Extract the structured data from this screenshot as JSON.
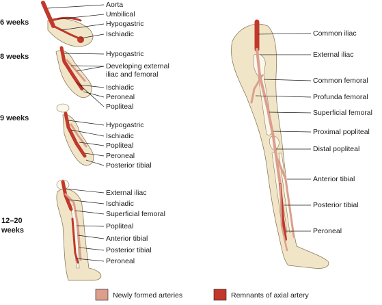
{
  "stages": {
    "w6": {
      "title": "6 weeks",
      "labels": [
        "Aorta",
        "Umbilical",
        "Hypogastric",
        "Ischiadic"
      ]
    },
    "w8": {
      "title": "8 weeks",
      "labels": [
        "Hypogastric",
        "Developing external",
        "iliac and femoral",
        "Ischiadic",
        "Peroneal",
        "Popliteal"
      ]
    },
    "w9": {
      "title": "9 weeks",
      "labels": [
        "Hypogastric",
        "Ischiadic",
        "Popliteal",
        "Peroneal",
        "Posterior tibial"
      ]
    },
    "w12": {
      "title_line1": "12–20",
      "title_line2": "weeks",
      "labels": [
        "External iliac",
        "Ischiadic",
        "Superficial femoral",
        "Popliteal",
        "Anterior tibial",
        "Posterior tibial",
        "Peroneal"
      ]
    }
  },
  "adult": {
    "labels": [
      "Common iliac",
      "External iliac",
      "Common femoral",
      "Profunda femoral",
      "Superficial femoral",
      "Proximal popliteal",
      "Distal popliteal",
      "Anterior tibial",
      "Posterior tibial",
      "Peroneal"
    ]
  },
  "legend": {
    "new_label": "Newly formed arteries",
    "axial_label": "Remnants of axial artery"
  },
  "colors": {
    "new_arteries": "#dc9e8d",
    "axial_artery": "#c0392b",
    "skin": "#f1e5c8",
    "bone": "#fbf7ea"
  }
}
